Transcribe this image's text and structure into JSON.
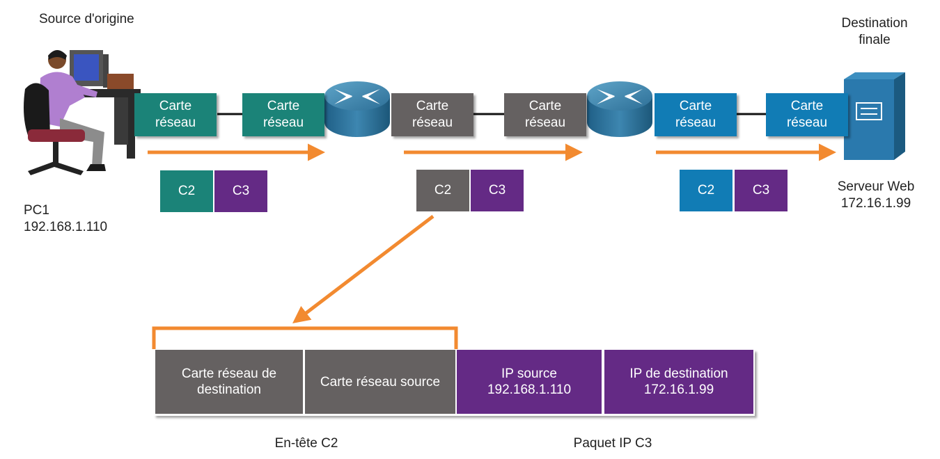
{
  "source": {
    "title": "Source d'origine",
    "name": "PC1",
    "ip": "192.168.1.110"
  },
  "destination": {
    "title_line1": "Destination",
    "title_line2": "finale",
    "name": "Serveur Web",
    "ip": "172.16.1.99"
  },
  "nic": {
    "line1": "Carte",
    "line2": "réseau"
  },
  "chips": {
    "l2": "C2",
    "l3": "C3"
  },
  "frame": {
    "dest_nic_line1": "Carte réseau de",
    "dest_nic_line2": "destination",
    "src_nic": "Carte réseau source",
    "ip_source_label": "IP source",
    "ip_source_value": "192.168.1.110",
    "ip_dest_label": "IP de destination",
    "ip_dest_value": "172.16.1.99"
  },
  "legend": {
    "l2_header": "En-tête C2",
    "l3_packet": "Paquet IP C3"
  },
  "colors": {
    "teal": "#1b8378",
    "gray": "#656161",
    "blue": "#117cb5",
    "purple": "#642a85",
    "arrow": "#f28a30"
  }
}
